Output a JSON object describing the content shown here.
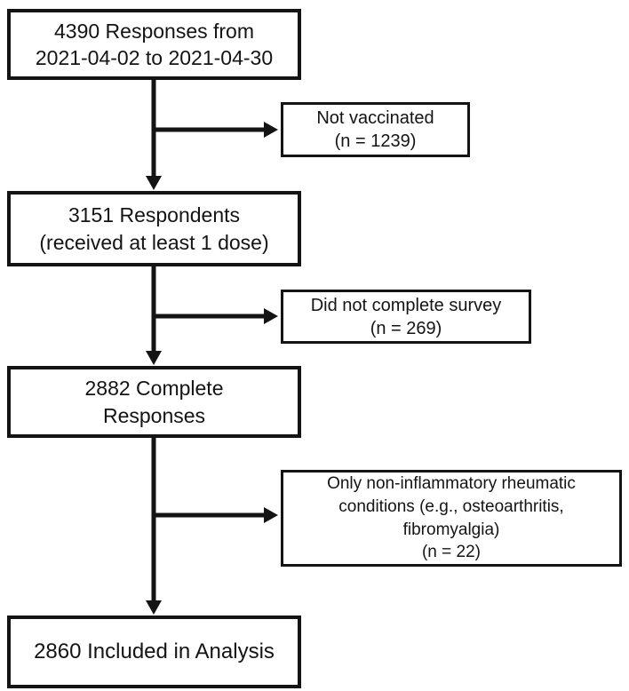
{
  "figure": {
    "type": "flowchart",
    "description_visible": false
  },
  "colors": {
    "background": "#ffffff",
    "line": "#141414",
    "box_border": "#141414",
    "text": "#141414"
  },
  "flowchart": {
    "main_boxes": [
      {
        "id": "responses",
        "text": "4390 Responses from\n2021-04-02 to 2021-04-30",
        "count": 4390
      },
      {
        "id": "respondents",
        "text": "3151 Respondents\n(received at least 1 dose)",
        "count": 3151
      },
      {
        "id": "complete",
        "text": "2882 Complete\nResponses",
        "count": 2882
      },
      {
        "id": "included",
        "text": "2860 Included in Analysis",
        "count": 2860
      }
    ],
    "exclusion_boxes": [
      {
        "id": "not-vaccinated",
        "text": "Not vaccinated\n(n = 1239)",
        "count": 1239
      },
      {
        "id": "incomplete",
        "text": "Did not complete survey\n(n = 269)",
        "count": 269
      },
      {
        "id": "noninflammatory",
        "text": "Only non-inflammatory rheumatic\nconditions (e.g., osteoarthritis,\nfibromyalgia)\n(n = 22)",
        "count": 22
      }
    ]
  }
}
